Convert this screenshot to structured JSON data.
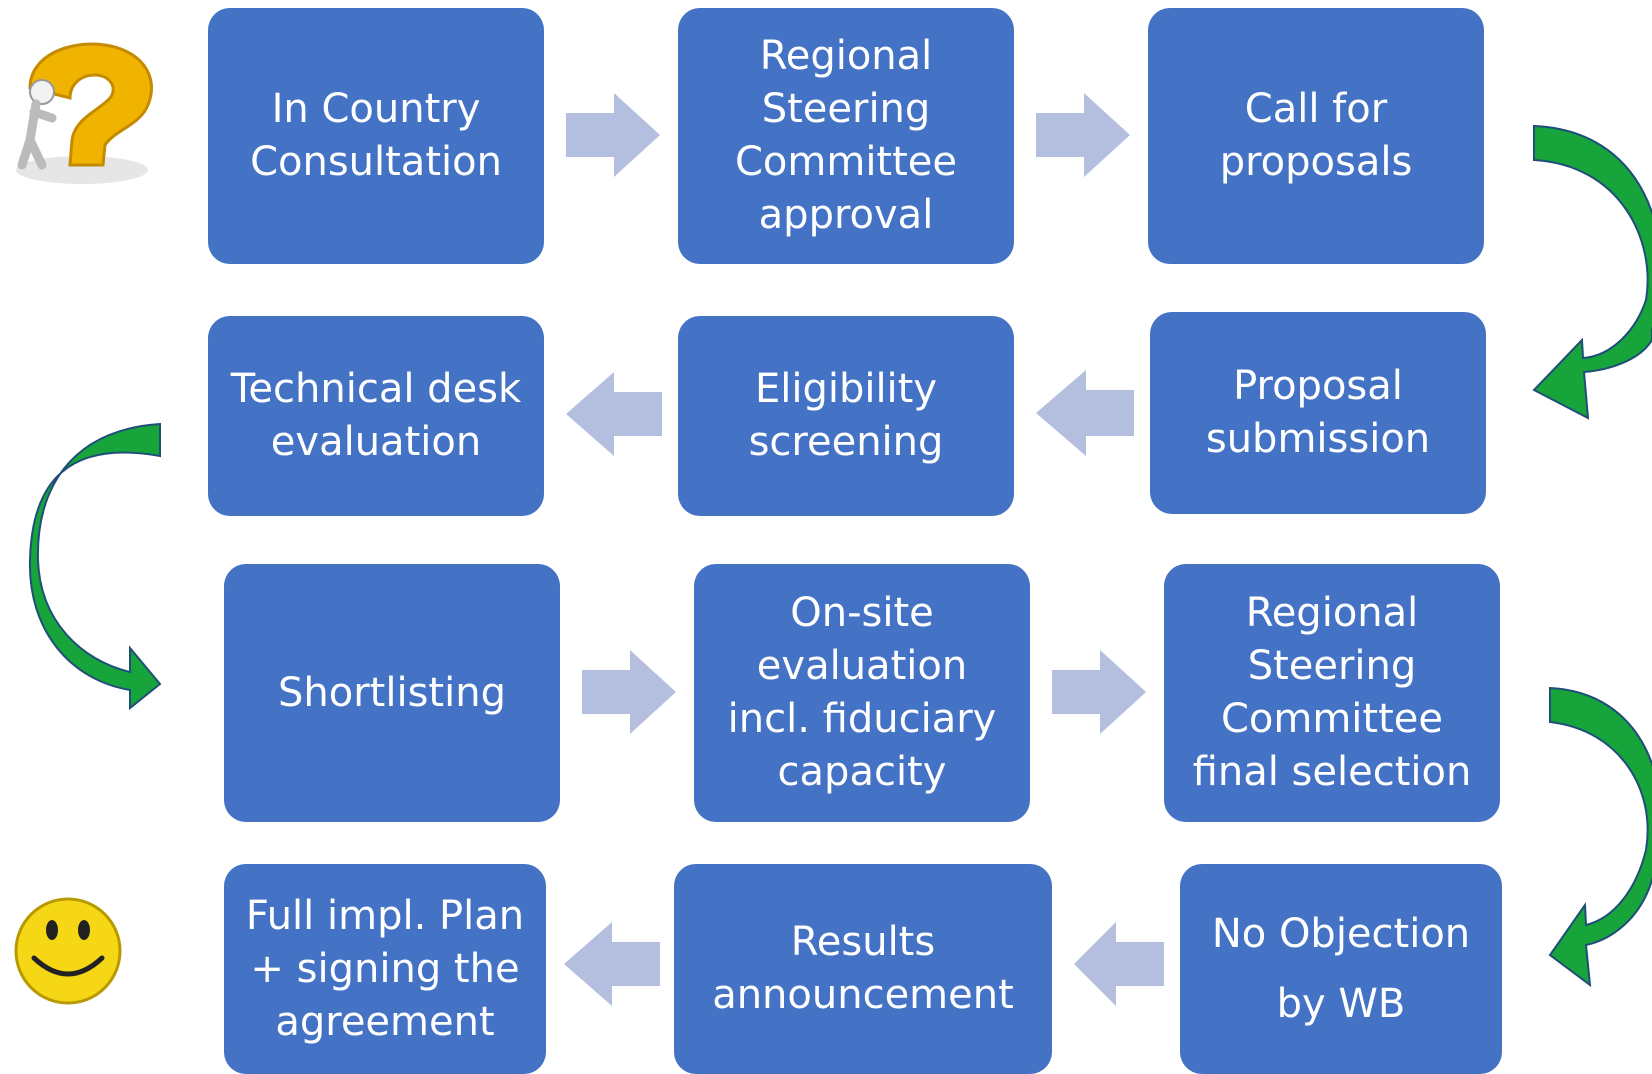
{
  "steps": [
    {
      "id": "in-country-consultation",
      "lines": [
        "In Country",
        "Consultation"
      ]
    },
    {
      "id": "regional-steering-approval",
      "lines": [
        "Regional",
        "Steering",
        "Committee",
        "approval"
      ]
    },
    {
      "id": "call-for-proposals",
      "lines": [
        "Call for",
        "proposals"
      ]
    },
    {
      "id": "technical-desk-evaluation",
      "lines": [
        "Technical desk",
        "evaluation"
      ]
    },
    {
      "id": "eligibility-screening",
      "lines": [
        "Eligibility",
        "screening"
      ]
    },
    {
      "id": "proposal-submission",
      "lines": [
        "Proposal",
        "submission"
      ]
    },
    {
      "id": "shortlisting",
      "lines": [
        "Shortlisting"
      ]
    },
    {
      "id": "on-site-evaluation",
      "lines": [
        "On-site",
        "evaluation",
        "incl. fiduciary",
        "capacity"
      ]
    },
    {
      "id": "regional-steering-final-selection",
      "lines": [
        "Regional",
        "Steering",
        "Committee",
        "final selection"
      ]
    },
    {
      "id": "full-impl-plan",
      "lines": [
        "Full impl. Plan",
        "+ signing the",
        "agreement"
      ]
    },
    {
      "id": "results-announcement",
      "lines": [
        "Results",
        "announcement"
      ]
    },
    {
      "id": "no-objection",
      "lines": [
        "No Objection",
        "by WB"
      ]
    }
  ],
  "colors": {
    "box": "#4472c4",
    "box_text": "#ffffff",
    "straight_arrow": "#b4bfe0",
    "curved_arrow": "#17a43a",
    "curved_arrow_outline": "#1f4e79",
    "smiley": "#f5d716",
    "question_mark": "#f0b400"
  },
  "icons": {
    "start": "question-mark-person-icon",
    "end": "smiley-face-icon"
  }
}
